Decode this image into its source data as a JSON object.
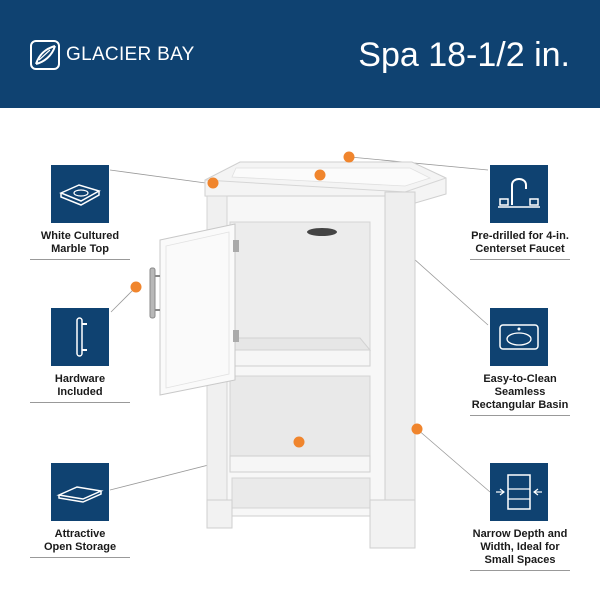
{
  "header": {
    "brand": "GLACIER BAY",
    "title": "Spa 18-1/2 in."
  },
  "features": [
    {
      "label_line1": "White Cultured",
      "label_line2": "Marble Top",
      "icon": "sink-top-icon"
    },
    {
      "label_line1": "Hardware",
      "label_line2": "Included",
      "icon": "bar-handle-icon"
    },
    {
      "label_line1": "Attractive",
      "label_line2": "Open Storage",
      "icon": "shelf-icon"
    },
    {
      "label_line1": "Pre-drilled for 4-in.",
      "label_line2": "Centerset Faucet",
      "icon": "faucet-icon"
    },
    {
      "label_line1": "Easy-to-Clean",
      "label_line2": "Seamless",
      "label_line3": "Rectangular Basin",
      "icon": "basin-icon"
    },
    {
      "label_line1": "Narrow Depth and",
      "label_line2": "Width, Ideal for",
      "label_line3": "Small Spaces",
      "icon": "vanity-dimensions-icon"
    }
  ],
  "colors": {
    "brand_blue": "#0f4271",
    "callout_orange": "#f0852d"
  }
}
